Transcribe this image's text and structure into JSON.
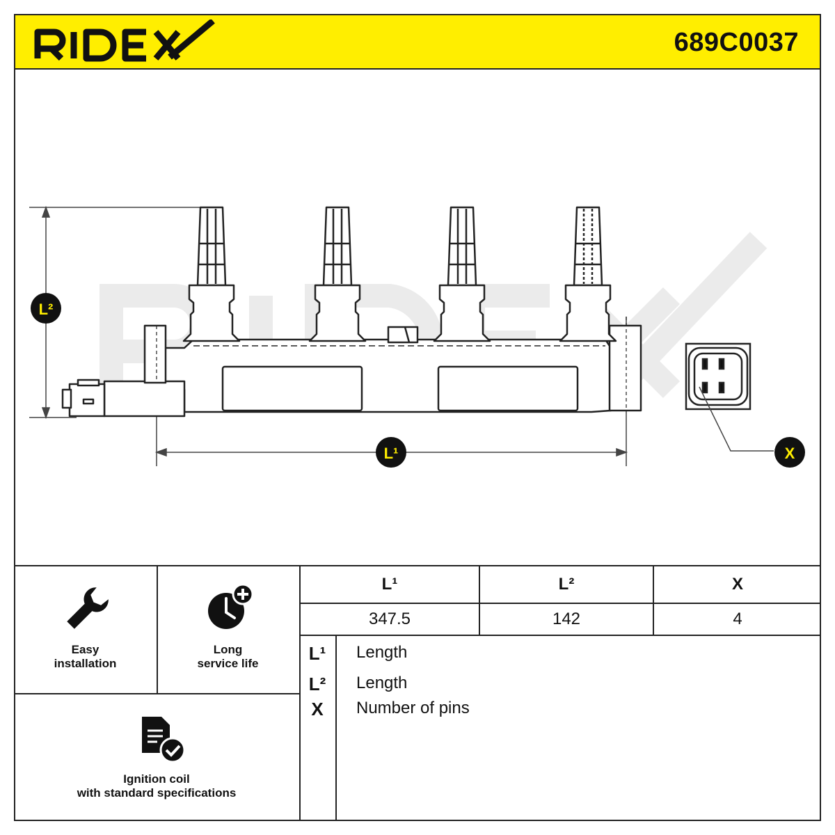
{
  "header": {
    "brand": "RIDEX",
    "part_number": "689C0037",
    "accent_color": "#ffee00"
  },
  "drawing": {
    "watermark": "RIDEX",
    "callouts": {
      "l1": "L¹",
      "l2": "L²",
      "x": "X"
    }
  },
  "features": [
    {
      "icon": "wrench-icon",
      "label_line1": "Easy",
      "label_line2": "installation"
    },
    {
      "icon": "clock-plus-icon",
      "label_line1": "Long",
      "label_line2": "service life"
    },
    {
      "icon": "document-check-icon",
      "label_line1": "Ignition coil",
      "label_line2": "with standard specifications"
    }
  ],
  "spec_table": {
    "headers": [
      "L¹",
      "L²",
      "X"
    ],
    "values": [
      "347.5",
      "142",
      "4"
    ]
  },
  "legend": [
    {
      "symbol": "L¹",
      "text": "Length"
    },
    {
      "symbol": "L²",
      "text": "Length"
    },
    {
      "symbol": "X",
      "text": "Number of pins"
    }
  ]
}
